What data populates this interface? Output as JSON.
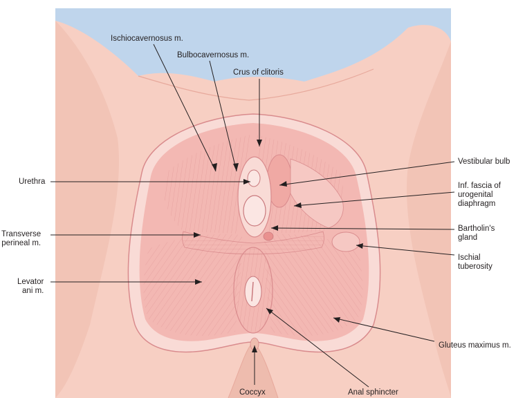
{
  "labels": {
    "ischiocavernosus": "Ischiocavernosus m.",
    "bulbocavernosus": "Bulbocavernosus m.",
    "crus_clitoris": "Crus of clitoris",
    "vestibular_bulb": "Vestibular bulb",
    "urethra": "Urethra",
    "inf_fascia": "Inf. fascia of\nurogenital\ndiaphragm",
    "transverse_perineal": "Transverse\nperineal m.",
    "bartholin": "Bartholin's\ngland",
    "ischial_tuberosity": "Ischial\ntuberosity",
    "levator_ani": "Levator\nani m.",
    "gluteus_maximus": "Gluteus maximus m.",
    "coccyx": "Coccyx",
    "anal_sphincter": "Anal sphincter"
  },
  "colors": {
    "sky": "#bfd5ec",
    "skin": "#f7cfc3",
    "skin_shadow": "#eebcae",
    "muscle": "#f3b8b3",
    "muscle_line": "#d98b8d",
    "fascia": "#f9dbd6",
    "leader_line": "#231f20"
  }
}
